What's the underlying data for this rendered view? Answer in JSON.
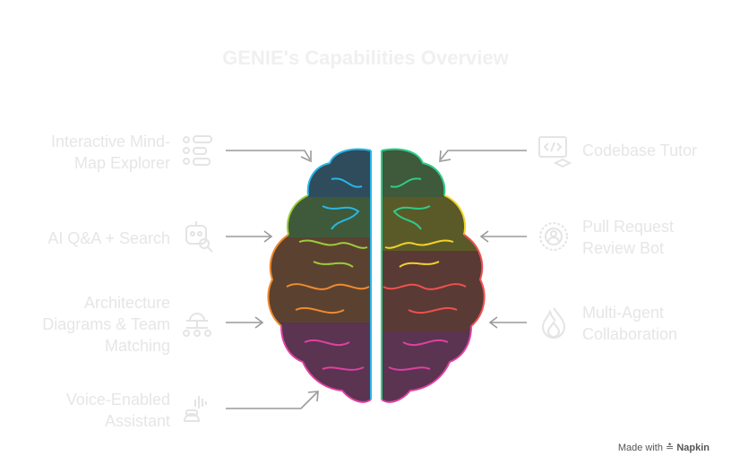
{
  "title": "GENIE's Capabilities Overview",
  "left_items": [
    {
      "label_lines": [
        "Interactive Mind-",
        "Map Explorer"
      ],
      "icon": "mindmap-icon"
    },
    {
      "label_lines": [
        "AI Q&A + Search"
      ],
      "icon": "robot-search-icon"
    },
    {
      "label_lines": [
        "Architecture",
        "Diagrams & Team",
        "Matching"
      ],
      "icon": "team-network-icon"
    },
    {
      "label_lines": [
        "Voice-Enabled",
        "Assistant"
      ],
      "icon": "voice-assistant-icon"
    }
  ],
  "right_items": [
    {
      "label_lines": [
        "Codebase Tutor"
      ],
      "icon": "code-tutor-icon"
    },
    {
      "label_lines": [
        "Pull Request",
        "Review Bot"
      ],
      "icon": "review-bot-icon"
    },
    {
      "label_lines": [
        "Multi-Agent",
        "Collaboration"
      ],
      "icon": "flame-icon"
    }
  ],
  "footer": {
    "made_with": "Made with",
    "brand": "Napkin"
  },
  "colors": {
    "label_text": "#e6e6e6",
    "arrow": "#9a9a9a",
    "lobe_blue": "#2f4c5c",
    "lobe_green": "#3e5a3a",
    "lobe_olive": "#5a5a28",
    "lobe_orange": "#5b4230",
    "lobe_red": "#5a3a34",
    "lobe_purple": "#5a3450"
  }
}
